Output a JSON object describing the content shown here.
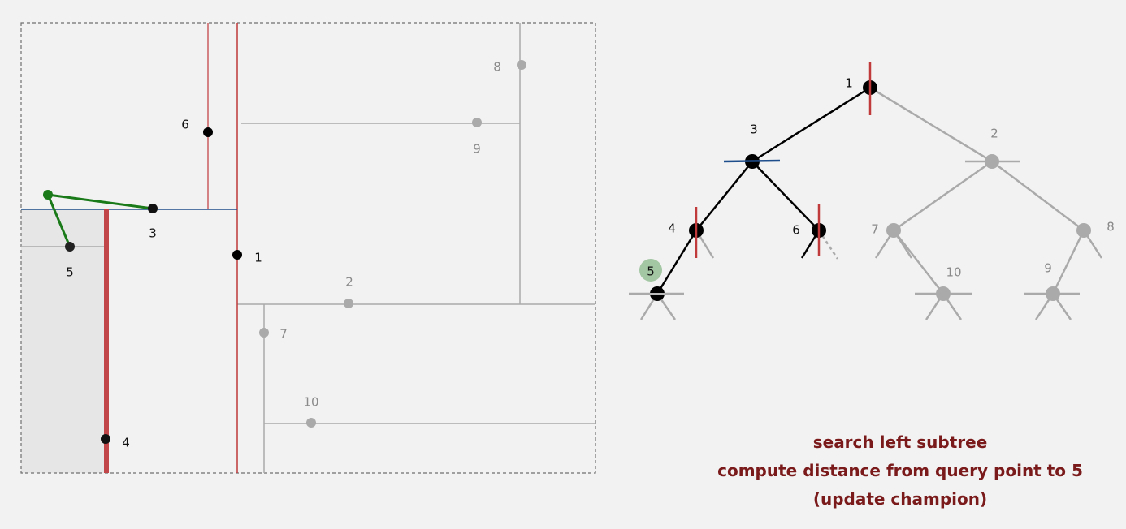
{
  "colors": {
    "split_red": "#c0393b",
    "split_blue": "#1f4e8c",
    "inactive": "#aaaaaa",
    "query": "#1a7a1a",
    "caption": "#7a1a1a",
    "champion_highlight": "#a3c6a3"
  },
  "plane": {
    "point_labels": {
      "p1": "1",
      "p2": "2",
      "p3": "3",
      "p4": "4",
      "p5": "5",
      "p6": "6",
      "p7": "7",
      "p8": "8",
      "p9": "9",
      "p10": "10"
    }
  },
  "tree": {
    "node_labels": {
      "n1": "1",
      "n2": "2",
      "n3": "3",
      "n4": "4",
      "n5": "5",
      "n6": "6",
      "n7": "7",
      "n8": "8",
      "n9": "9",
      "n10": "10"
    }
  },
  "caption": {
    "line1": "search left subtree",
    "line2": "compute distance from query point to 5",
    "line3": "(update champion)"
  }
}
